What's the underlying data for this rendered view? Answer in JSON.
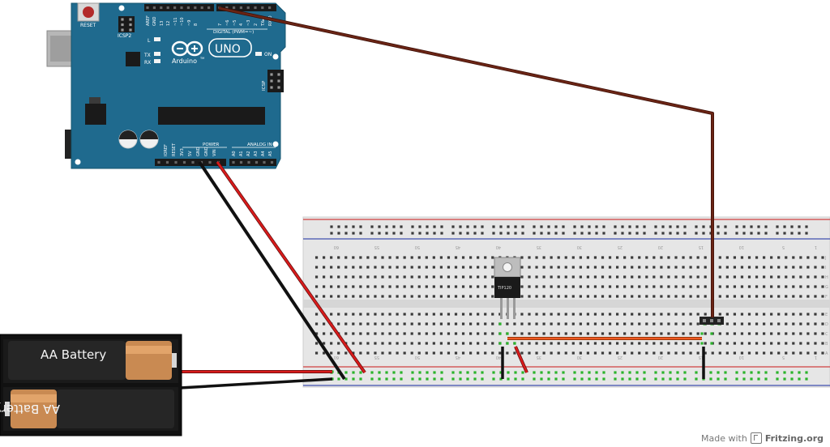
{
  "arduino": {
    "reset_label": "RESET",
    "icsp2_label": "ICSP2",
    "icsp_label": "ICSP",
    "logo_text": "Arduino",
    "logo_tm": "TM",
    "uno_text": "UNO",
    "on_label": "ON",
    "l_label": "L",
    "tx_label": "TX",
    "rx_label": "RX",
    "digital_label": "DIGITAL (PWM=~)",
    "power_label": "POWER",
    "analog_label": "ANALOG IN",
    "top_pin_labels": [
      "AREF",
      "GND",
      "13",
      "12",
      "~11",
      "~10",
      "~9",
      "8",
      "",
      "7",
      "~6",
      "~5",
      "4",
      "~3",
      "2",
      "TX▸1",
      "RX◂0"
    ],
    "bottom_pin_labels": [
      "IOREF",
      "RESET",
      "3V3",
      "5V",
      "GND",
      "GND",
      "VIN",
      "",
      "A0",
      "A1",
      "A2",
      "A3",
      "A4",
      "A5"
    ]
  },
  "breadboard": {
    "column_numbers_top": [
      "60",
      "55",
      "50",
      "45",
      "40",
      "35",
      "30",
      "25",
      "20",
      "15",
      "10",
      "5",
      "1"
    ],
    "column_numbers_bottom": [
      "60",
      "55",
      "50",
      "45",
      "40",
      "35",
      "30",
      "25",
      "20",
      "15",
      "10",
      "5",
      "1"
    ],
    "row_letters_top": [
      "J",
      "I",
      "H",
      "G",
      "F"
    ],
    "row_letters_bottom": [
      "E",
      "D",
      "C",
      "B",
      "A"
    ]
  },
  "battery": {
    "cell1_label": "AA Battery",
    "cell2_label": "AA Battery"
  },
  "transistor": {
    "label": "TIP120"
  },
  "colors": {
    "arduino_board": "#1f6a8e",
    "wire_red": "#d81b1b",
    "wire_black": "#1a1a1a",
    "wire_brown": "#5b1a0e",
    "breadboard": "#e4e4e4",
    "rail_red": "#d04040",
    "rail_blue": "#4050b0",
    "hole_active": "#2bb32b"
  },
  "footer": {
    "made_with": "Made with",
    "brand": "Fritzing.org"
  }
}
